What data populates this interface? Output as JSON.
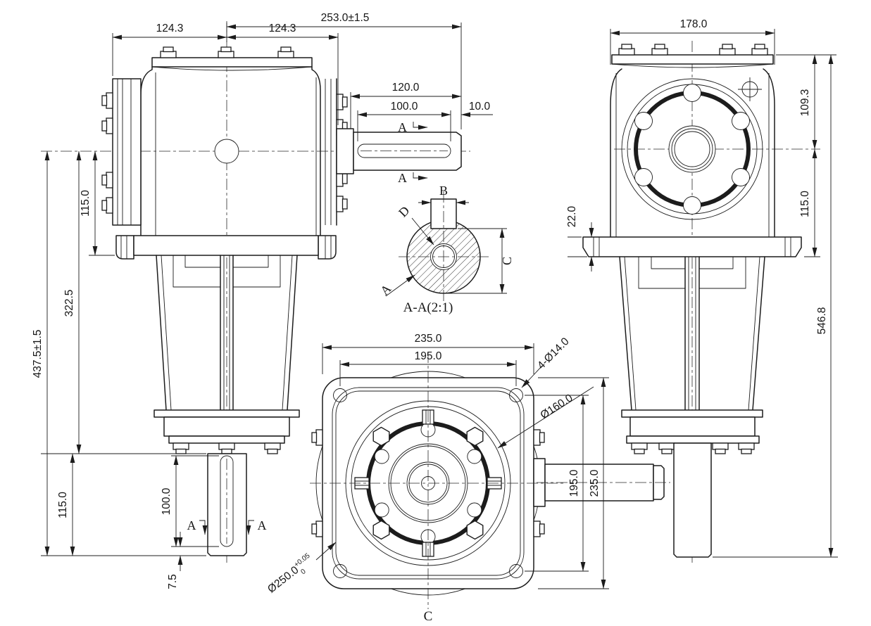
{
  "front_view": {
    "dim_cover_to_center": "124.3",
    "dim_center_to_face": "124.3",
    "dim_overall_width": "253.0±1.5",
    "dim_shaft_length": "120.0",
    "dim_keyway_length": "100.0",
    "dim_shaft_end": "10.0",
    "dim_center_to_flange": "115.0",
    "dim_center_to_base": "322.5",
    "dim_overall_height": "437.5±1.5",
    "dim_output_shaft": "115.0",
    "dim_output_keyway": "100.0",
    "dim_output_end": "7.5",
    "section_label": "A"
  },
  "side_view": {
    "dim_width": "178.0",
    "dim_top_to_center": "109.3",
    "dim_center_to_flange": "115.0",
    "dim_flange_thickness": "22.0",
    "dim_overall_height": "546.8"
  },
  "section_view": {
    "caption": "A-A(2:1)",
    "label_key_width": "B",
    "label_height": "C",
    "label_bore": "D",
    "label_section": "A"
  },
  "bottom_view": {
    "dim_flange_width": "235.0",
    "dim_hole_pitch": "195.0",
    "dim_corner_holes": "4-Ø14.0",
    "dim_bolt_circle": "Ø160.0",
    "dim_hole_pitch_v": "195.0",
    "dim_flange_height": "235.0",
    "dim_spigot": "Ø250.0",
    "dim_spigot_tol_upper": "+0.05",
    "dim_spigot_tol_lower": "0",
    "label_direction": "C"
  }
}
